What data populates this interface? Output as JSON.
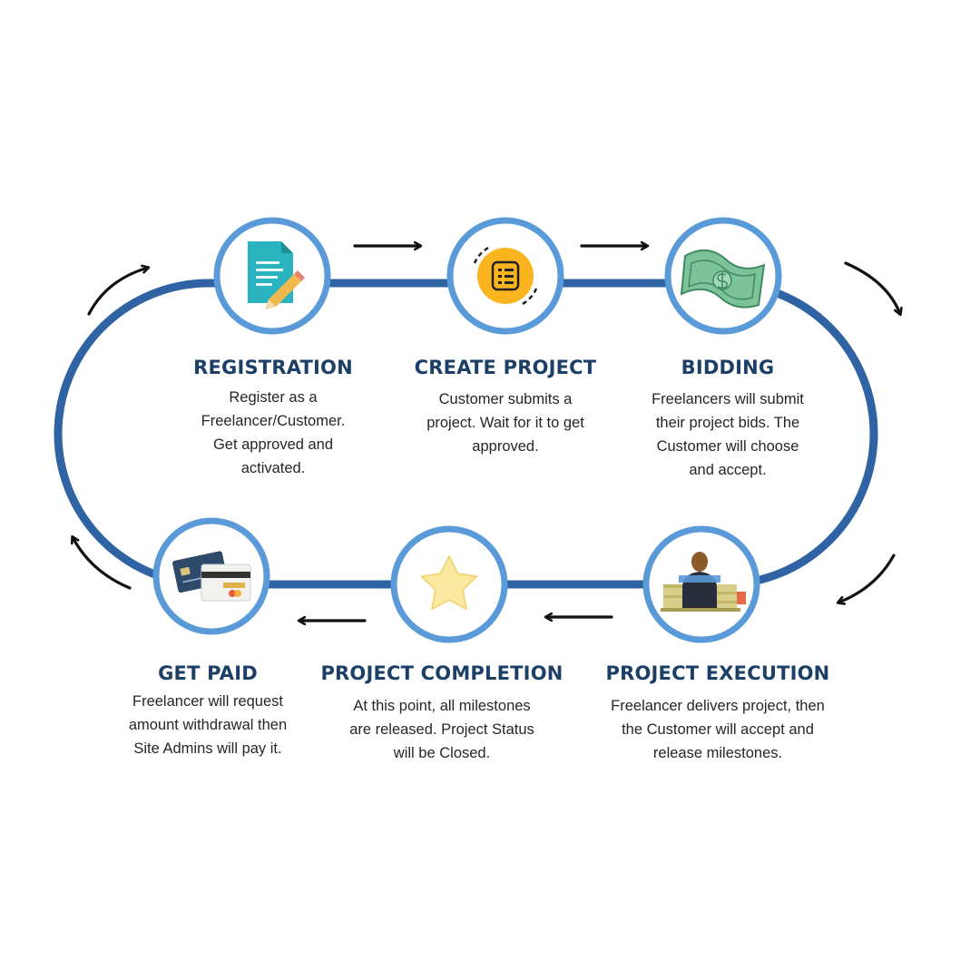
{
  "colors": {
    "track": "#2f63a3",
    "ring": "#5b9ad8",
    "title": "#1b3f66",
    "body_text": "#262626",
    "arrow": "#111111"
  },
  "steps": [
    {
      "title": "REGISTRATION",
      "icon": "document-pencil-icon",
      "lines": [
        "Register as a",
        "Freelancer/Customer.",
        "Get approved and",
        "activated."
      ]
    },
    {
      "title": "CREATE PROJECT",
      "icon": "checklist-icon",
      "lines": [
        "Customer submits a",
        "project. Wait for it to get",
        "approved."
      ]
    },
    {
      "title": "BIDDING",
      "icon": "money-bill-icon",
      "lines": [
        "Freelancers will submit",
        "their project bids. The",
        "Customer will choose",
        "and accept."
      ]
    },
    {
      "title": "PROJECT EXECUTION",
      "icon": "person-at-desk-icon",
      "lines": [
        "Freelancer delivers project, then",
        "the Customer will accept and",
        "release milestones."
      ]
    },
    {
      "title": "PROJECT COMPLETION",
      "icon": "star-icon",
      "lines": [
        "At this point, all milestones",
        "are released. Project Status",
        "will be Closed."
      ]
    },
    {
      "title": "GET PAID",
      "icon": "credit-card-icon",
      "lines": [
        "Freelancer will request",
        "amount withdrawal then",
        "Site Admins will pay it."
      ]
    }
  ]
}
